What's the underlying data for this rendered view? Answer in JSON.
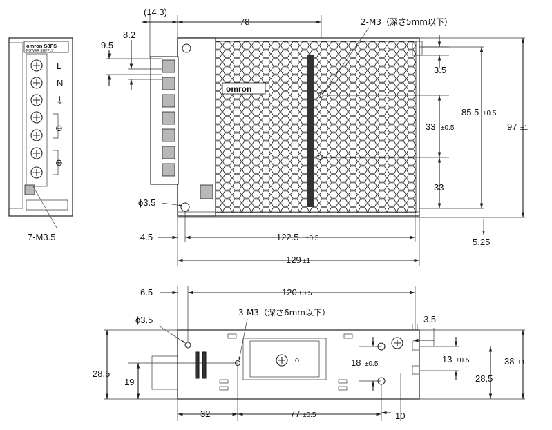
{
  "front_view": {
    "brand": "omron S8FS",
    "sub": "POWER SUPPLY",
    "terminal_labels": [
      "L",
      "N",
      "⏚",
      "⊖",
      "⊕"
    ],
    "screw_callout": "7-M3.5"
  },
  "side_view": {
    "brand": "omron",
    "dim_14_3": "(14.3)",
    "dim_78": "78",
    "dim_8_2": "8.2",
    "dim_9_5": "9.5",
    "mount_note": "2-M3（深さ5mm以下）",
    "dim_3_5": "3.5",
    "dim_85_5": "85.5",
    "tol_85_5": "±0.5",
    "dim_97": "97",
    "tol_97": "±1",
    "dim_33a": "33",
    "tol_33a": "±0.5",
    "dim_33b": "33",
    "dim_phi": "ϕ3.5",
    "dim_4_5": "4.5",
    "dim_122_5": "122.5",
    "tol_122_5": "±0.5",
    "dim_5_25": "5.25",
    "dim_129": "129",
    "tol_129": "±1"
  },
  "bottom_view": {
    "dim_6_5": "6.5",
    "dim_120": "120",
    "tol_120": "±0.5",
    "dim_phi": "ϕ3.5",
    "mount_note": "3-M3（深さ6mm以下）",
    "dim_3_5": "3.5",
    "dim_28_5_left": "28.5",
    "dim_19": "19",
    "dim_18": "18",
    "tol_18": "±0.5",
    "dim_13": "13",
    "tol_13": "±0.5",
    "dim_38": "38",
    "tol_38": "±1",
    "dim_28_5_right": "28.5",
    "dim_32": "32",
    "dim_77": "77",
    "tol_77": "±0.5",
    "dim_10": "10"
  }
}
